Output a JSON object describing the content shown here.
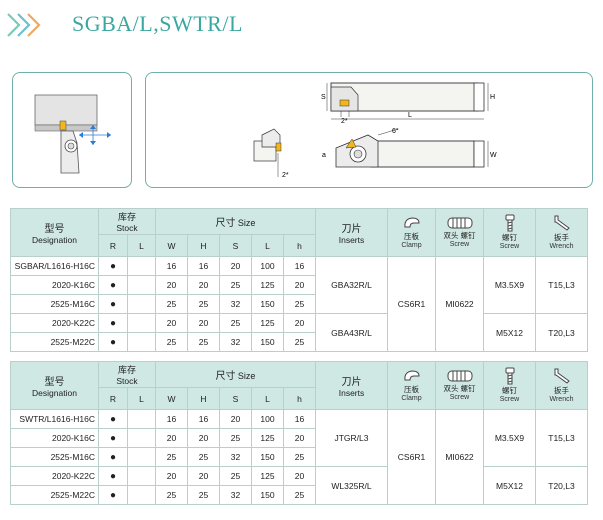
{
  "title": "SGBA/L,SWTR/L",
  "accent_color": "#3aa8a0",
  "header_bg": "#cfe8e4",
  "diagram_labels": {
    "s": "S",
    "h": "H",
    "l": "L",
    "two_star": "2*",
    "w": "W",
    "six_deg": "6°",
    "a": "a"
  },
  "headers": {
    "model_cn": "型号",
    "model_en": "Designation",
    "stock_cn": "库存",
    "stock_en": "Stock",
    "stock_r": "R",
    "stock_l": "L",
    "size_cn": "尺寸",
    "size_en": "Size",
    "w": "W",
    "h": "H",
    "s": "S",
    "l": "L",
    "hh": "h",
    "inserts_cn": "刀片",
    "inserts_en": "Inserts",
    "clamp_cn": "压板",
    "clamp_en": "Clamp",
    "dscrew_cn": "双头 螺钉",
    "dscrew_en": "Screw",
    "screw_cn": "螺钉",
    "screw_en": "Screw",
    "wrench_cn": "扳手",
    "wrench_en": "Wrench"
  },
  "stock_symbol": "●",
  "table1": {
    "rows": [
      {
        "model": "SGBAR/L1616-H16C",
        "w": "16",
        "h": "16",
        "s": "20",
        "l": "100",
        "hh": "16"
      },
      {
        "model": "2020-K16C",
        "w": "20",
        "h": "20",
        "s": "25",
        "l": "125",
        "hh": "20"
      },
      {
        "model": "2525-M16C",
        "w": "25",
        "h": "25",
        "s": "32",
        "l": "150",
        "hh": "25"
      },
      {
        "model": "2020-K22C",
        "w": "20",
        "h": "20",
        "s": "25",
        "l": "125",
        "hh": "20"
      },
      {
        "model": "2525-M22C",
        "w": "25",
        "h": "25",
        "s": "32",
        "l": "150",
        "hh": "25"
      }
    ],
    "insert_a": "GBA32R/L",
    "insert_b": "GBA43R/L",
    "clamp": "CS6R1",
    "dscrew": "MI0622",
    "screw_a": "M3.5X9",
    "screw_b": "M5X12",
    "wrench_a": "T15,L3",
    "wrench_b": "T20,L3"
  },
  "table2": {
    "rows": [
      {
        "model": "SWTR/L1616-H16C",
        "w": "16",
        "h": "16",
        "s": "20",
        "l": "100",
        "hh": "16"
      },
      {
        "model": "2020-K16C",
        "w": "20",
        "h": "20",
        "s": "25",
        "l": "125",
        "hh": "20"
      },
      {
        "model": "2525-M16C",
        "w": "25",
        "h": "25",
        "s": "32",
        "l": "150",
        "hh": "25"
      },
      {
        "model": "2020-K22C",
        "w": "20",
        "h": "20",
        "s": "25",
        "l": "125",
        "hh": "20"
      },
      {
        "model": "2525-M22C",
        "w": "25",
        "h": "25",
        "s": "32",
        "l": "150",
        "hh": "25"
      }
    ],
    "insert_a": "JTGR/L3",
    "insert_b": "WL325R/L",
    "clamp": "CS6R1",
    "dscrew": "MI0622",
    "screw_a": "M3.5X9",
    "screw_b": "M5X12",
    "wrench_a": "T15,L3",
    "wrench_b": "T20,L3"
  }
}
